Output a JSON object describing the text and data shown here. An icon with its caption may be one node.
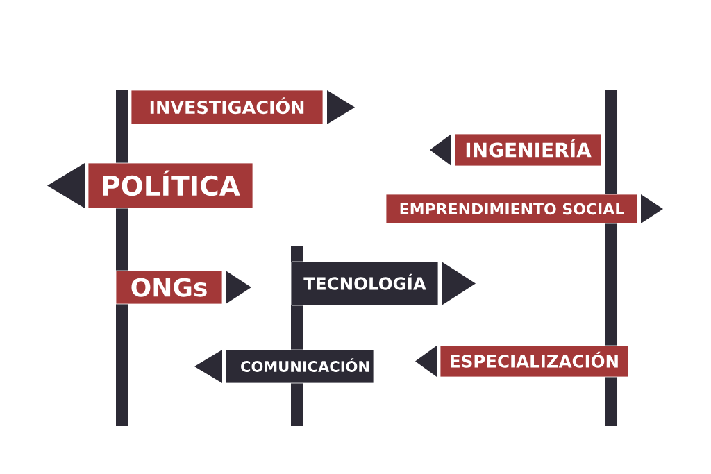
{
  "diagram": {
    "nodes": [
      {
        "text": [
          "INVESTIGACIÓN"
        ]
      },
      {
        "text": [
          "INGENIERÍA"
        ]
      },
      {
        "text": [
          "POLÍTICA"
        ]
      },
      {
        "text": [
          "EMPRENDIMIENTO SOCIAL"
        ]
      },
      {
        "text": [
          "ONGs"
        ]
      },
      {
        "text": [
          "TECNOLOGÍA"
        ]
      },
      {
        "text": [
          "ESPECIALIZACIÓN"
        ]
      },
      {
        "text": [
          "COMUNICACIÓN"
        ]
      },
      {
        "text": [],
        "shape": "bar"
      },
      {
        "text": [],
        "shape": "bar"
      },
      {
        "text": [],
        "shape": "bar"
      }
    ]
  }
}
